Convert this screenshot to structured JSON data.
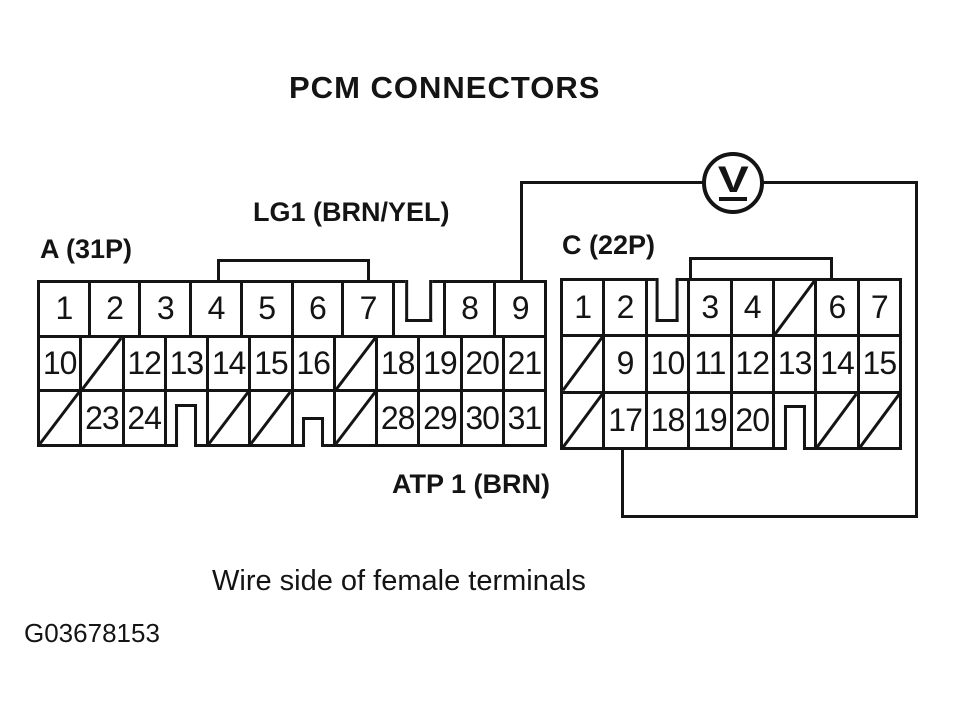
{
  "page": {
    "title": "PCM CONNECTORS",
    "caption": "Wire side of female terminals",
    "figure_id": "G03678153"
  },
  "meter": {
    "name": "voltmeter",
    "symbol": "V"
  },
  "wire_labels": {
    "lg1": "LG1 (BRN/YEL)",
    "atp1": "ATP 1 (BRN)"
  },
  "colors": {
    "ink": "#141414",
    "paper": "#ffffff"
  },
  "connectors": [
    {
      "id": "A",
      "label": "A (31P)",
      "rows": [
        [
          {
            "type": "pin",
            "n": "1"
          },
          {
            "type": "pin",
            "n": "2"
          },
          {
            "type": "pin",
            "n": "3"
          },
          {
            "type": "pin",
            "n": "4"
          },
          {
            "type": "pin",
            "n": "5"
          },
          {
            "type": "pin",
            "n": "6"
          },
          {
            "type": "pin",
            "n": "7"
          },
          {
            "type": "notch"
          },
          {
            "type": "pin",
            "n": "8"
          },
          {
            "type": "pin",
            "n": "9"
          }
        ],
        [
          {
            "type": "pin",
            "n": "10"
          },
          {
            "type": "blocked"
          },
          {
            "type": "pin",
            "n": "12"
          },
          {
            "type": "pin",
            "n": "13"
          },
          {
            "type": "pin",
            "n": "14"
          },
          {
            "type": "pin",
            "n": "15"
          },
          {
            "type": "pin",
            "n": "16"
          },
          {
            "type": "blocked"
          },
          {
            "type": "pin",
            "n": "18"
          },
          {
            "type": "pin",
            "n": "19"
          },
          {
            "type": "pin",
            "n": "20"
          },
          {
            "type": "pin",
            "n": "21"
          }
        ],
        [
          {
            "type": "blocked"
          },
          {
            "type": "pin",
            "n": "23"
          },
          {
            "type": "pin",
            "n": "24"
          },
          {
            "type": "key",
            "size": "tall"
          },
          {
            "type": "blocked"
          },
          {
            "type": "blocked"
          },
          {
            "type": "key",
            "size": "short"
          },
          {
            "type": "blocked"
          },
          {
            "type": "pin",
            "n": "28"
          },
          {
            "type": "pin",
            "n": "29"
          },
          {
            "type": "pin",
            "n": "30"
          },
          {
            "type": "pin",
            "n": "31"
          }
        ]
      ]
    },
    {
      "id": "C",
      "label": "C (22P)",
      "rows": [
        [
          {
            "type": "pin",
            "n": "1"
          },
          {
            "type": "pin",
            "n": "2"
          },
          {
            "type": "notch"
          },
          {
            "type": "pin",
            "n": "3"
          },
          {
            "type": "pin",
            "n": "4"
          },
          {
            "type": "blocked"
          },
          {
            "type": "pin",
            "n": "6"
          },
          {
            "type": "pin",
            "n": "7"
          }
        ],
        [
          {
            "type": "blocked"
          },
          {
            "type": "pin",
            "n": "9"
          },
          {
            "type": "pin",
            "n": "10"
          },
          {
            "type": "pin",
            "n": "11"
          },
          {
            "type": "pin",
            "n": "12"
          },
          {
            "type": "pin",
            "n": "13"
          },
          {
            "type": "pin",
            "n": "14"
          },
          {
            "type": "pin",
            "n": "15"
          }
        ],
        [
          {
            "type": "blocked"
          },
          {
            "type": "pin",
            "n": "17"
          },
          {
            "type": "pin",
            "n": "18"
          },
          {
            "type": "pin",
            "n": "19"
          },
          {
            "type": "pin",
            "n": "20"
          },
          {
            "type": "key",
            "size": "tall"
          },
          {
            "type": "blocked"
          },
          {
            "type": "blocked"
          }
        ]
      ]
    }
  ]
}
